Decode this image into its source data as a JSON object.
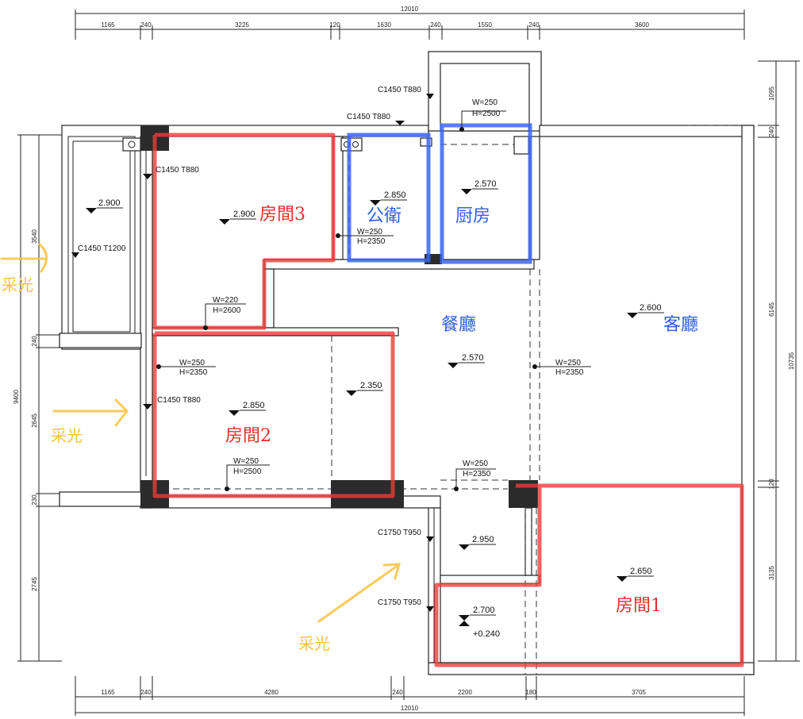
{
  "dimensions": {
    "top_total": "12010",
    "top_segments": [
      "1165",
      "240",
      "3225",
      "120",
      "1630",
      "240",
      "1550",
      "240",
      "3600"
    ],
    "bottom_total": "12010",
    "bottom_segments": [
      "1165",
      "240",
      "4280",
      "240",
      "2200",
      "180",
      "3705"
    ],
    "right_total": "10735",
    "right_segments": [
      "1095",
      "240",
      "6145",
      "120",
      "3135"
    ],
    "left_total": "9400",
    "left_segments": [
      "3540",
      "240",
      "2645",
      "230",
      "2745"
    ]
  },
  "rooms": {
    "room3": "房間3",
    "room2": "房間2",
    "room1": "房間1",
    "bathroom": "公衛",
    "kitchen": "厨房",
    "dining": "餐廳",
    "living": "客廳"
  },
  "daylight_label": "采光",
  "windows": {
    "w_kitchen_side": "C1450  T880",
    "w_bath_top": "C1450  T880",
    "w_room3_left": "C1450  T880",
    "w_balcony": "C1450  T1200",
    "w_room2_left": "C1450  T880",
    "w_lower_1": "C1750  T950",
    "w_lower_2": "C1750  T950"
  },
  "doors": {
    "kitchen": [
      "W=250",
      "H=2500"
    ],
    "bath": [
      "W=250",
      "H=2350"
    ],
    "room3": [
      "W=220",
      "H=2600"
    ],
    "room2_left": [
      "W=250",
      "H=2350"
    ],
    "room2_bottom": [
      "W=250",
      "H=2500"
    ],
    "living": [
      "W=250",
      "H=2350"
    ],
    "lower": [
      "W=250",
      "H=2350"
    ]
  },
  "levels": {
    "balcony": "2.900",
    "room3": "2.900",
    "bath": "2.850",
    "kitchen": "2.570",
    "living": "2.600",
    "dining": "2.570",
    "room2": "2.850",
    "closet": "2.350",
    "lower_room": "2.950",
    "room1": "2.650",
    "lower_bath": "2.700",
    "lower_bath_offset": "+0.240"
  }
}
